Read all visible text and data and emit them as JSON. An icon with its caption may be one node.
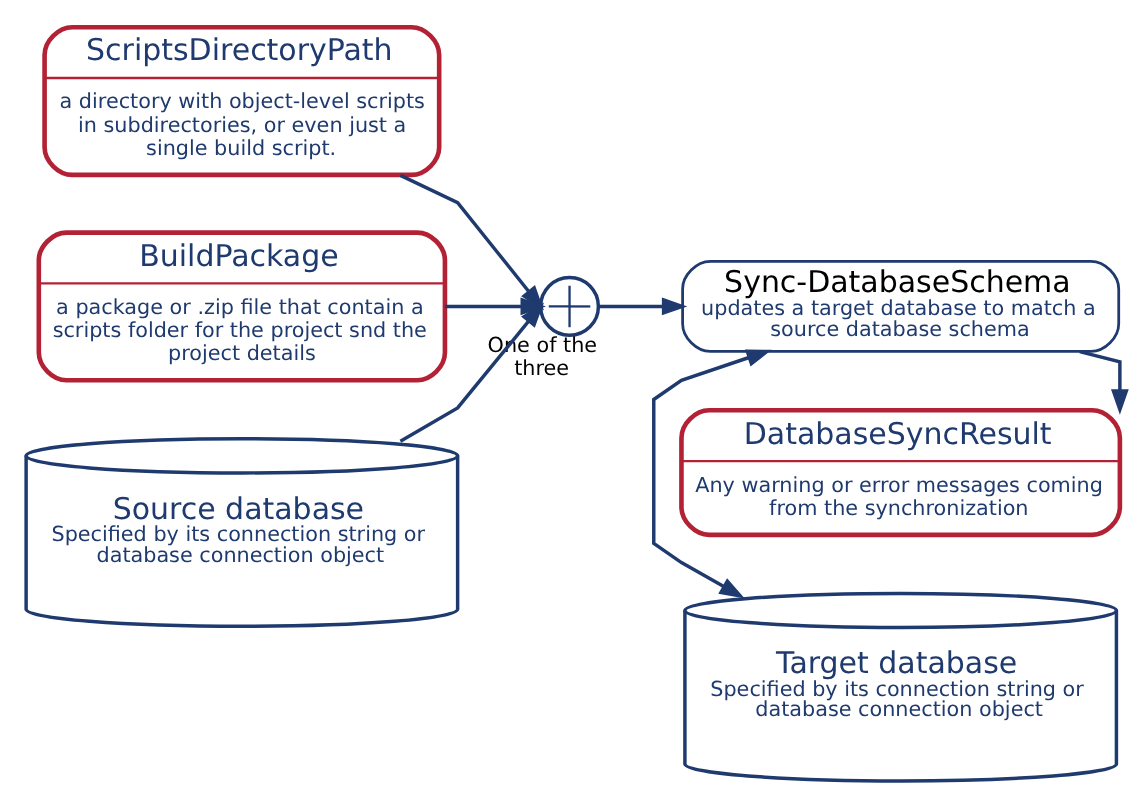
{
  "diagram": {
    "nodes": [
      {
        "text": [
          "Target database",
          "Specified by its connection string or database connection object"
        ]
      },
      {
        "text": [
          "ScriptsDirectoryPath",
          "a directory with object-level scripts in subdirectories, or even just a single build script."
        ]
      },
      {
        "text": [
          "Sync-DatabaseSchema",
          "updates a target database to match a source database schema"
        ]
      },
      {
        "text": [
          "BuildPackage",
          "a package or .zip file that contain a scripts folder for the project snd the project details"
        ]
      },
      {
        "text": [],
        "shape": "circle",
        "beside": [
          "One of the three"
        ]
      },
      {
        "text": [
          "DatabaseSyncResult",
          "Any warning or error messages coming from the synchronization"
        ]
      },
      {
        "text": [
          "Source database",
          "Specified by its connection string or database connection object"
        ]
      }
    ],
    "edges": [
      {
        "from": 1,
        "to": 4,
        "arrow": "to"
      },
      {
        "from": 3,
        "to": 4,
        "arrow": "to"
      },
      {
        "from": 6,
        "to": 4,
        "arrow": "to"
      },
      {
        "from": 4,
        "to": 2,
        "arrow": "to"
      },
      {
        "from": 2,
        "to": 0,
        "arrow": "both"
      },
      {
        "from": 2,
        "to": 5,
        "arrow": "to"
      }
    ]
  }
}
